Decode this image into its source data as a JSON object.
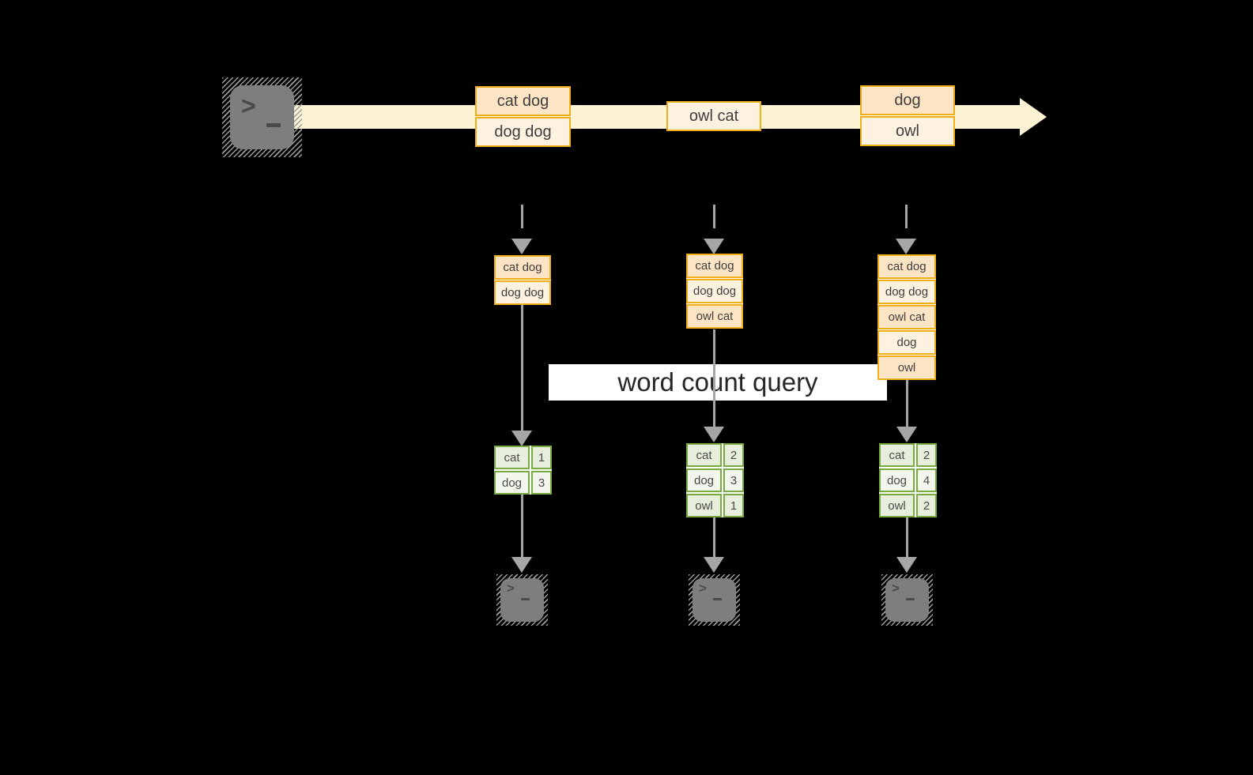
{
  "banner": {
    "label": "word count query"
  },
  "stream": {
    "events": [
      {
        "lines": [
          "cat dog",
          "dog dog"
        ]
      },
      {
        "lines": [
          "owl cat"
        ]
      },
      {
        "lines": [
          "dog",
          "owl"
        ]
      }
    ]
  },
  "columns": [
    {
      "buffer": [
        "cat dog",
        "dog dog"
      ],
      "counts": [
        {
          "word": "cat",
          "value": "1"
        },
        {
          "word": "dog",
          "value": "3"
        }
      ]
    },
    {
      "buffer": [
        "cat dog",
        "dog dog",
        "owl cat"
      ],
      "counts": [
        {
          "word": "cat",
          "value": "2"
        },
        {
          "word": "dog",
          "value": "3"
        },
        {
          "word": "owl",
          "value": "1"
        }
      ]
    },
    {
      "buffer": [
        "cat dog",
        "dog dog",
        "owl cat",
        "dog",
        "owl"
      ],
      "counts": [
        {
          "word": "cat",
          "value": "2"
        },
        {
          "word": "dog",
          "value": "4"
        },
        {
          "word": "owl",
          "value": "2"
        }
      ]
    }
  ],
  "icons": {
    "prompt": ">",
    "source": "terminal-icon",
    "sinks": [
      "terminal-icon",
      "terminal-icon",
      "terminal-icon"
    ],
    "stream_arrow": "arrow-right-icon",
    "flow_arrow": "arrow-down-icon"
  },
  "colors": {
    "background": "#000000",
    "gold": "#f0ae18",
    "peach": "#fce4c5",
    "cream": "#fdf1e0",
    "band": "#fbf3d4",
    "green": "#77aa40",
    "cell-dark": "#e7eedb",
    "cell-light": "#f2f6ec",
    "arrow": "#a6a6a6",
    "terminal": "#7e7e7e",
    "terminal-glyph": "#4a4a4a",
    "ink": "#3e3e3e",
    "banner-bg": "#ffffff",
    "banner-ink": "#262626",
    "gap": "#fffdf6"
  }
}
